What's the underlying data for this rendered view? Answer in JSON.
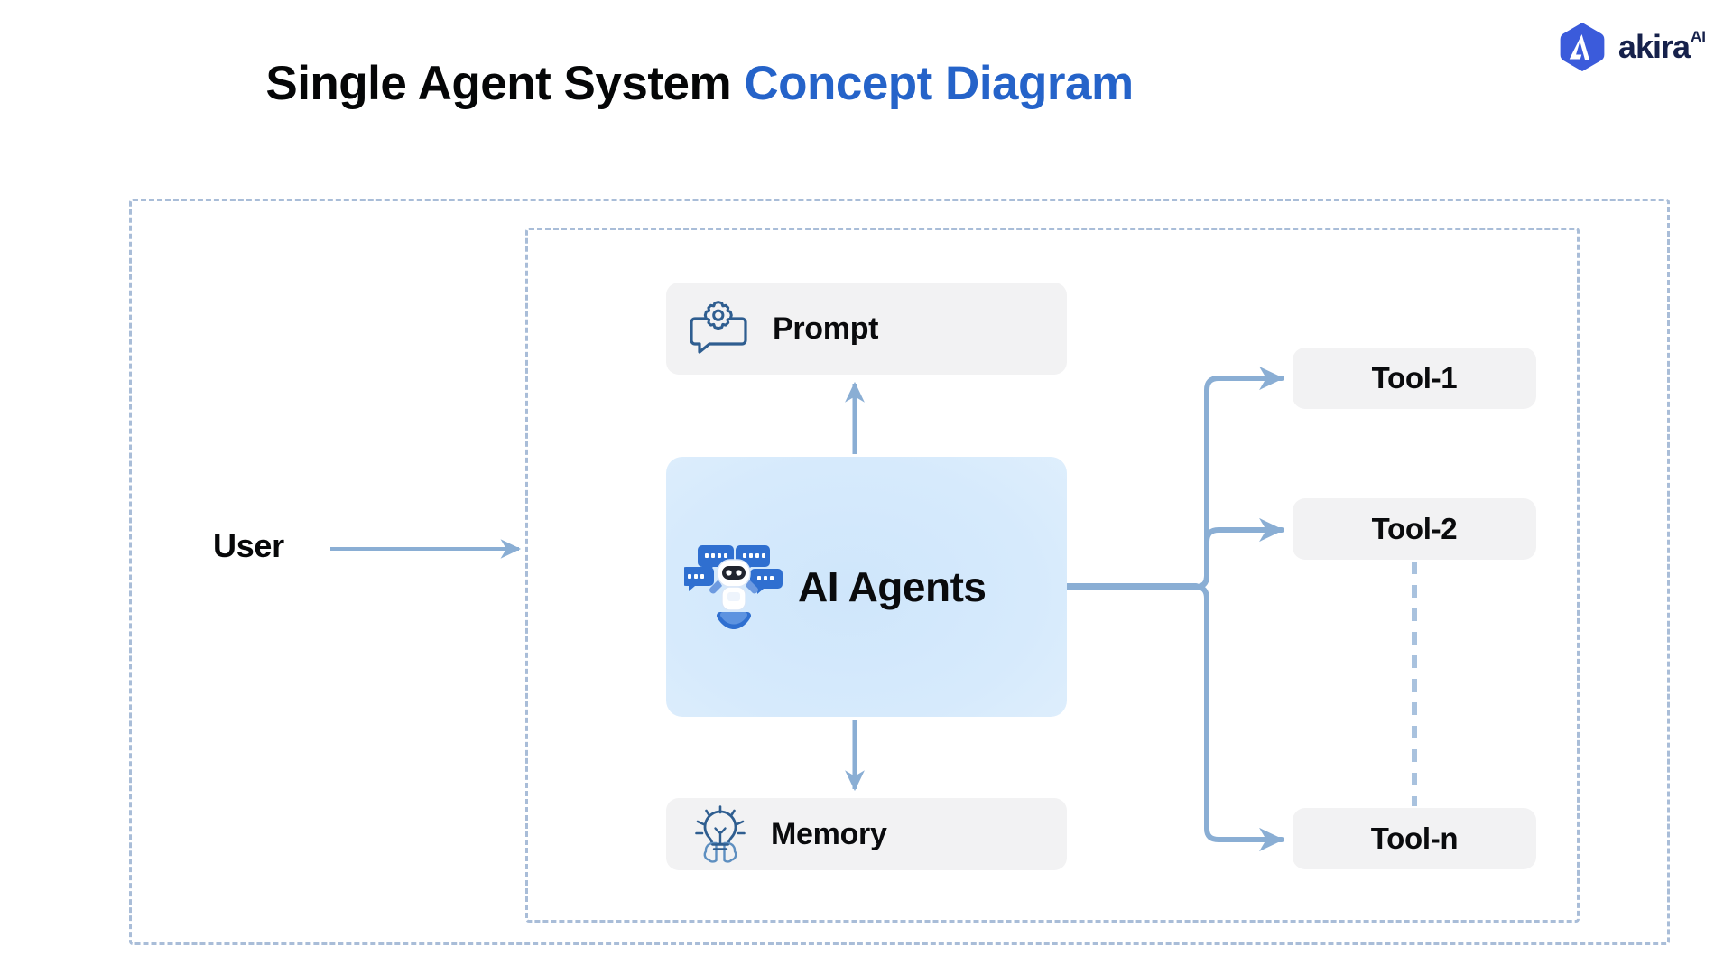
{
  "page": {
    "background": "#ffffff",
    "accent_color": "#2563c9",
    "connector_color": "#8aaed4",
    "frame_color": "#a9bdd8",
    "node_fill": "#f2f2f3"
  },
  "title": {
    "main": "Single Agent System",
    "accent": "Concept Diagram"
  },
  "logo": {
    "mark_icon": "akira-hexagon-a-icon",
    "wordmark": "akira",
    "superscript": "AI",
    "mark_color": "#3b5bdb",
    "text_color": "#16214b"
  },
  "diagram": {
    "outer_boundary_label": "system-boundary",
    "inner_boundary_label": "agent-boundary",
    "user": {
      "label": "User",
      "arrow": "user-to-agent-arrow"
    },
    "nodes": {
      "prompt": {
        "label": "Prompt",
        "icon": "gear-speech-bubble-icon"
      },
      "agents": {
        "label": "AI Agents",
        "icon": "robot-chat-bubbles-icon"
      },
      "memory": {
        "label": "Memory",
        "icon": "lightbulb-brain-icon"
      }
    },
    "tools": [
      {
        "label": "Tool-1"
      },
      {
        "label": "Tool-2"
      },
      {
        "label": "Tool-n"
      }
    ],
    "connectors": [
      {
        "name": "user-to-boundary",
        "style": "solid-arrow"
      },
      {
        "name": "agents-to-prompt",
        "style": "solid-arrow-up"
      },
      {
        "name": "agents-to-memory",
        "style": "solid-arrow-down"
      },
      {
        "name": "agents-to-tool-1",
        "style": "curved-arrow"
      },
      {
        "name": "agents-to-tool-2",
        "style": "curved-arrow"
      },
      {
        "name": "agents-to-tool-n",
        "style": "curved-arrow"
      },
      {
        "name": "tool-2-to-tool-n-continuation",
        "style": "dashed-vertical"
      }
    ]
  }
}
